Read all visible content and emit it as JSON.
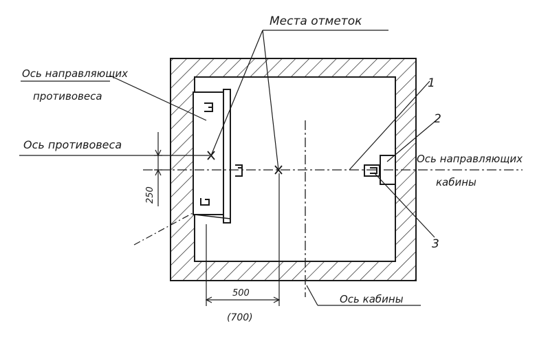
{
  "labels": {
    "marks": "Места отметок",
    "counterweight_guides": "Ось направляющих",
    "counterweight_guides_2": "противовеса",
    "counterweight_axis": "Ось противовеса",
    "cabin_guides": "Ось направляющих",
    "cabin_guides_2": "кабины",
    "cabin_axis": "Ось кабины",
    "dim_250": "250",
    "dim_500": "500",
    "dim_700": "(700)",
    "n1": "1",
    "n2": "2",
    "n3": "3"
  }
}
